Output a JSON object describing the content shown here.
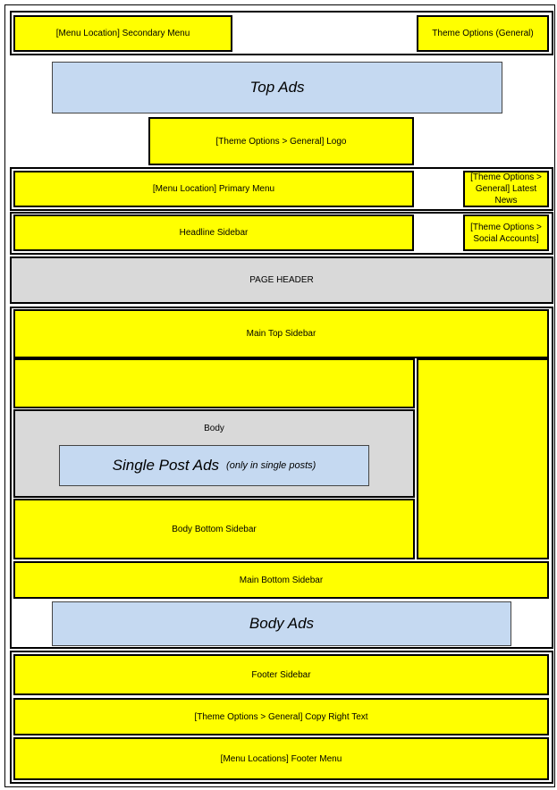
{
  "header_row": {
    "secondary_menu": "[Menu Location] Secondary Menu",
    "theme_options": "Theme Options (General)"
  },
  "top_ads": "Top Ads",
  "logo": "[Theme Options > General] Logo",
  "nav_row": {
    "primary_menu": "[Menu Location] Primary Menu",
    "latest_news": "[Theme Options > General] Latest News"
  },
  "headline_row": {
    "headline_sidebar": "Headline Sidebar",
    "social_accounts": "[Theme Options > Social Accounts]"
  },
  "page_header": "PAGE HEADER",
  "main": {
    "main_top_sidebar": "Main Top Sidebar",
    "body_label": "Body",
    "single_post_ads": "Single Post Ads",
    "single_post_ads_note": "(only in single posts)",
    "body_bottom_sidebar": "Body Bottom Sidebar",
    "main_bottom_sidebar": "Main Bottom Sidebar"
  },
  "body_ads": "Body Ads",
  "footer": {
    "footer_sidebar": "Footer Sidebar",
    "copyright": "[Theme Options > General] Copy Right Text",
    "footer_menu": "[Menu Locations] Footer Menu"
  }
}
